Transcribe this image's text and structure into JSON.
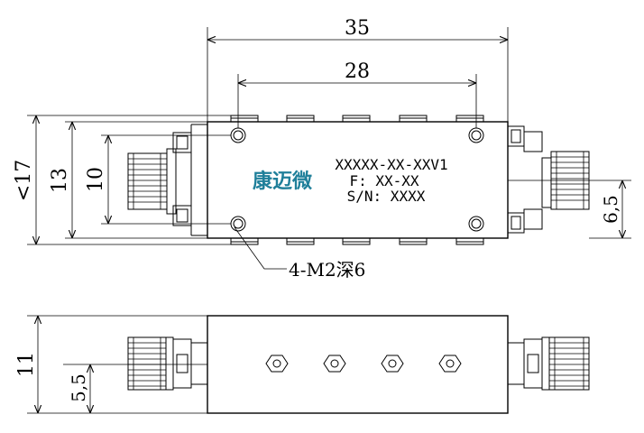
{
  "dimensions": {
    "overall_length": "35",
    "hole_spacing": "28",
    "max_width": "<17",
    "body_width": "13",
    "hole_pitch": "10",
    "connector_offset_top": "6,5",
    "height": "11",
    "connector_offset_side": "5,5"
  },
  "callout": {
    "mounting_holes": "4-M2深6"
  },
  "label": {
    "brand": "康迈微",
    "part_number": "XXXXX-XX-XXV1",
    "frequency": "F: XX-XX",
    "serial": "S/N: XXXX"
  },
  "colors": {
    "line": "#000000",
    "brand": "#1f7f9a"
  }
}
